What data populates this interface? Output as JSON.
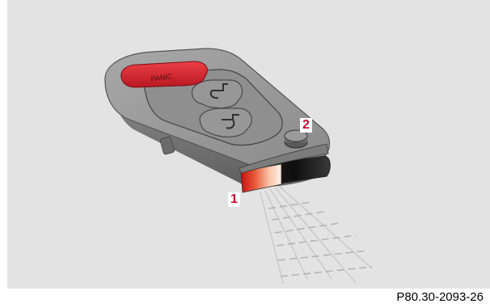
{
  "figure": {
    "panic_label": "PANIC",
    "callouts": [
      "1",
      "2"
    ],
    "figure_code": "P80.30-2093-26",
    "colors": {
      "background_panel": "#e3e3e3",
      "key_body": "#8c8c8c",
      "panic_button": "#d82530",
      "callout_text": "#c8102e",
      "ir_beam": "#c8c8c8"
    },
    "icons": [
      "lock-icon",
      "unlock-icon"
    ]
  }
}
